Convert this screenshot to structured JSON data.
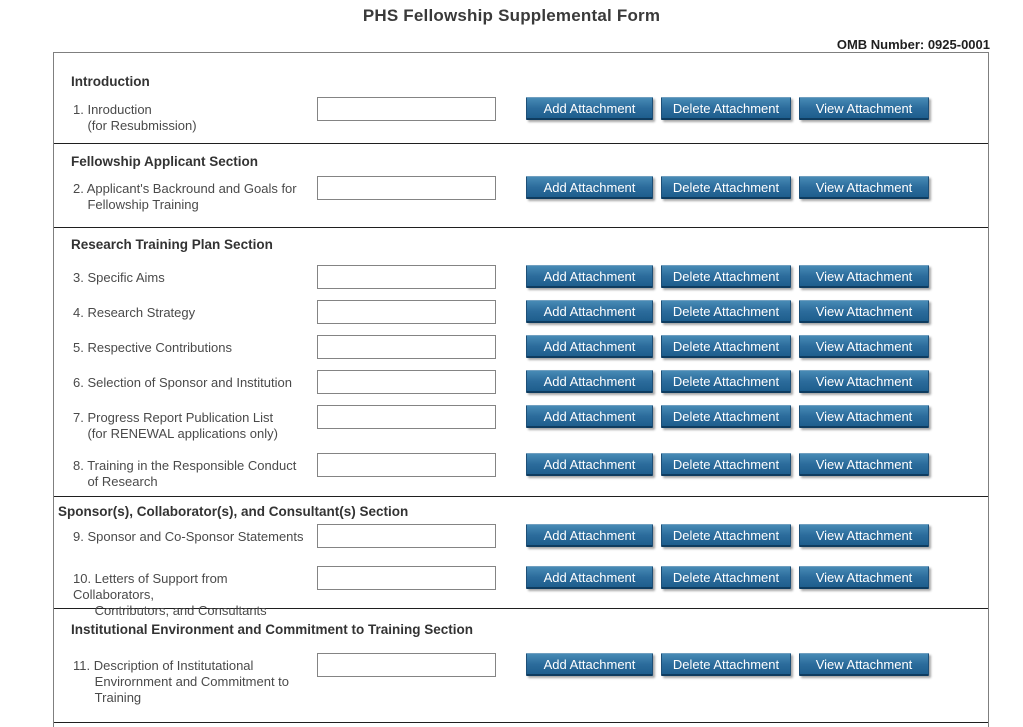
{
  "page": {
    "title": "PHS Fellowship Supplemental Form",
    "omb": "OMB Number: 0925-0001"
  },
  "buttons": {
    "add": "Add Attachment",
    "delete": "Delete Attachment",
    "view": "View Attachment"
  },
  "colors": {
    "button_gradient_top": "#478ab5",
    "button_gradient_bottom": "#1e5e8d",
    "button_border": "#1d4f77",
    "box_border": "#7f7f7f",
    "section_divider": "#1f1f1f",
    "heading_text": "#333333",
    "label_text": "#4a4a4a"
  },
  "sections": [
    {
      "heading": "Introduction",
      "items": [
        {
          "label": "1. Inroduction\n    (for Resubmission)",
          "value": ""
        }
      ]
    },
    {
      "heading": "Fellowship Applicant Section",
      "items": [
        {
          "label": "2. Applicant's Backround and Goals for\n    Fellowship Training",
          "value": ""
        }
      ]
    },
    {
      "heading": "Research Training Plan Section",
      "items": [
        {
          "label": "3. Specific Aims",
          "value": ""
        },
        {
          "label": "4. Research Strategy",
          "value": ""
        },
        {
          "label": "5. Respective Contributions",
          "value": ""
        },
        {
          "label": "6. Selection of Sponsor and Institution",
          "value": ""
        },
        {
          "label": "7. Progress Report Publication List\n    (for RENEWAL applications only)",
          "value": ""
        },
        {
          "label": "8. Training in the Responsible Conduct\n    of Research",
          "value": ""
        }
      ]
    },
    {
      "heading": "Sponsor(s), Collaborator(s), and Consultant(s) Section",
      "items": [
        {
          "label": "9. Sponsor and Co-Sponsor Statements",
          "value": ""
        },
        {
          "label": "10. Letters of Support from Collaborators,\n      Contributors, and Consultants",
          "value": ""
        }
      ]
    },
    {
      "heading": "Institutional Environment and Commitment to Training Section",
      "items": [
        {
          "label": "11. Description of Institutational\n      Envirornment and Commitment to\n      Training",
          "value": ""
        }
      ]
    }
  ]
}
